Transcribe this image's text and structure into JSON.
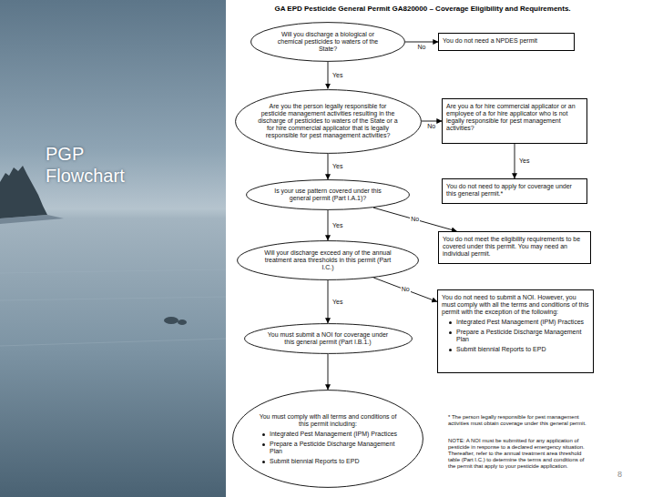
{
  "diagram": {
    "title": "GA EPD Pesticide General Permit GA820000 – Coverage Eligibility and Requirements.",
    "nodes": [
      {
        "text": [
          "Will you discharge a biological or chemical pesticides to waters of the State?"
        ]
      },
      {
        "text": [
          "You do not need a NPDES permit"
        ]
      },
      {
        "text": [
          "Are you the person legally responsible for pesticide management activities resulting in the discharge of pesticides to waters of the State or a for hire commercial applicator that is legally responsible for pest management activities?"
        ]
      },
      {
        "text": [
          "Are you a for hire commercial applicator or an employee of a for hire applicator who is not legally responsible for pest management activities?"
        ]
      },
      {
        "text": [
          "Is your use pattern covered under this general permit (Part I.A.1)?"
        ]
      },
      {
        "text": [
          "You do not need to apply for coverage under this general permit.*"
        ]
      },
      {
        "text": [
          "You do not meet the eligibility requirements to be covered under this permit. You may need an individual permit."
        ]
      },
      {
        "text": [
          "Will your discharge exceed any of the annual treatment area thresholds in this permit (Part I.C.)"
        ]
      },
      {
        "text": [
          "You do not need to submit a NOI. However, you must comply with all the terms and conditions of this permit with the exception of the following:",
          "Integrated Pest Management (IPM) Practices",
          "Prepare a Pesticide Discharge Management Plan",
          "Submit biennial Reports to EPD"
        ]
      },
      {
        "text": [
          "You must submit a NOI for coverage under this general permit (Part I.B.1.)"
        ]
      },
      {
        "text": [
          "You must comply with all terms and conditions of this permit including:",
          "Integrated Pest Management (IPM) Practices",
          "Prepare a Pesticide Discharge Management Plan",
          "Submit biennial Reports to EPD"
        ]
      }
    ],
    "edges": [
      {
        "from": 0,
        "to": 1,
        "label": "No",
        "arrow": "to"
      },
      {
        "from": 0,
        "to": 2,
        "label": "Yes",
        "arrow": "to"
      },
      {
        "from": 2,
        "to": 3,
        "label": "No",
        "arrow": "to"
      },
      {
        "from": 3,
        "to": 5,
        "label": "Yes",
        "arrow": "to"
      },
      {
        "from": 2,
        "to": 4,
        "label": "Yes",
        "arrow": "to"
      },
      {
        "from": 4,
        "to": 6,
        "label": "No",
        "arrow": "to"
      },
      {
        "from": 4,
        "to": 7,
        "label": "Yes",
        "arrow": "to"
      },
      {
        "from": 7,
        "to": 8,
        "label": "No",
        "arrow": "to"
      },
      {
        "from": 7,
        "to": 9,
        "label": "Yes",
        "arrow": "to"
      },
      {
        "from": 9,
        "to": 10,
        "arrow": "to"
      }
    ],
    "labels": [
      "PGP Flowchart",
      "* The person legally responsible for pest management activities must obtain coverage under this general permit.",
      "NOTE: A NOI must be submitted for any application of pesticide in response to a declared emergency situation. Thereafter, refer to the annual treatment area threshold table (Part I.C.) to determine the terms and conditions of the permit that apply to your pesticide application.",
      "8"
    ]
  }
}
